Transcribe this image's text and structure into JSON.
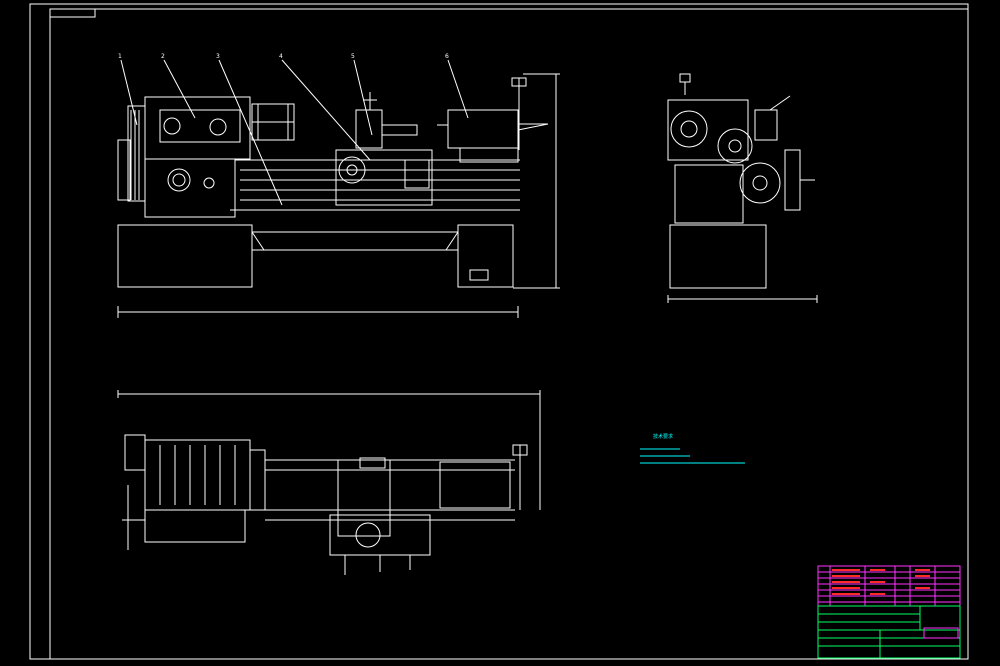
{
  "drawing": {
    "colors": {
      "background": "#000000",
      "line": "#ffffff",
      "note": "#00ffff",
      "table_red": "#ff2a2a",
      "table_magenta": "#ff33ff",
      "title_green": "#00ff66"
    },
    "leader_labels": [
      "1",
      "2",
      "3",
      "4",
      "5",
      "6"
    ],
    "dims": {
      "length": "",
      "height": "",
      "width": "",
      "plan_length": ""
    },
    "notes": {
      "heading": "技术要求",
      "items": [
        "",
        "",
        ""
      ]
    },
    "title_block": {
      "title": ""
    }
  }
}
